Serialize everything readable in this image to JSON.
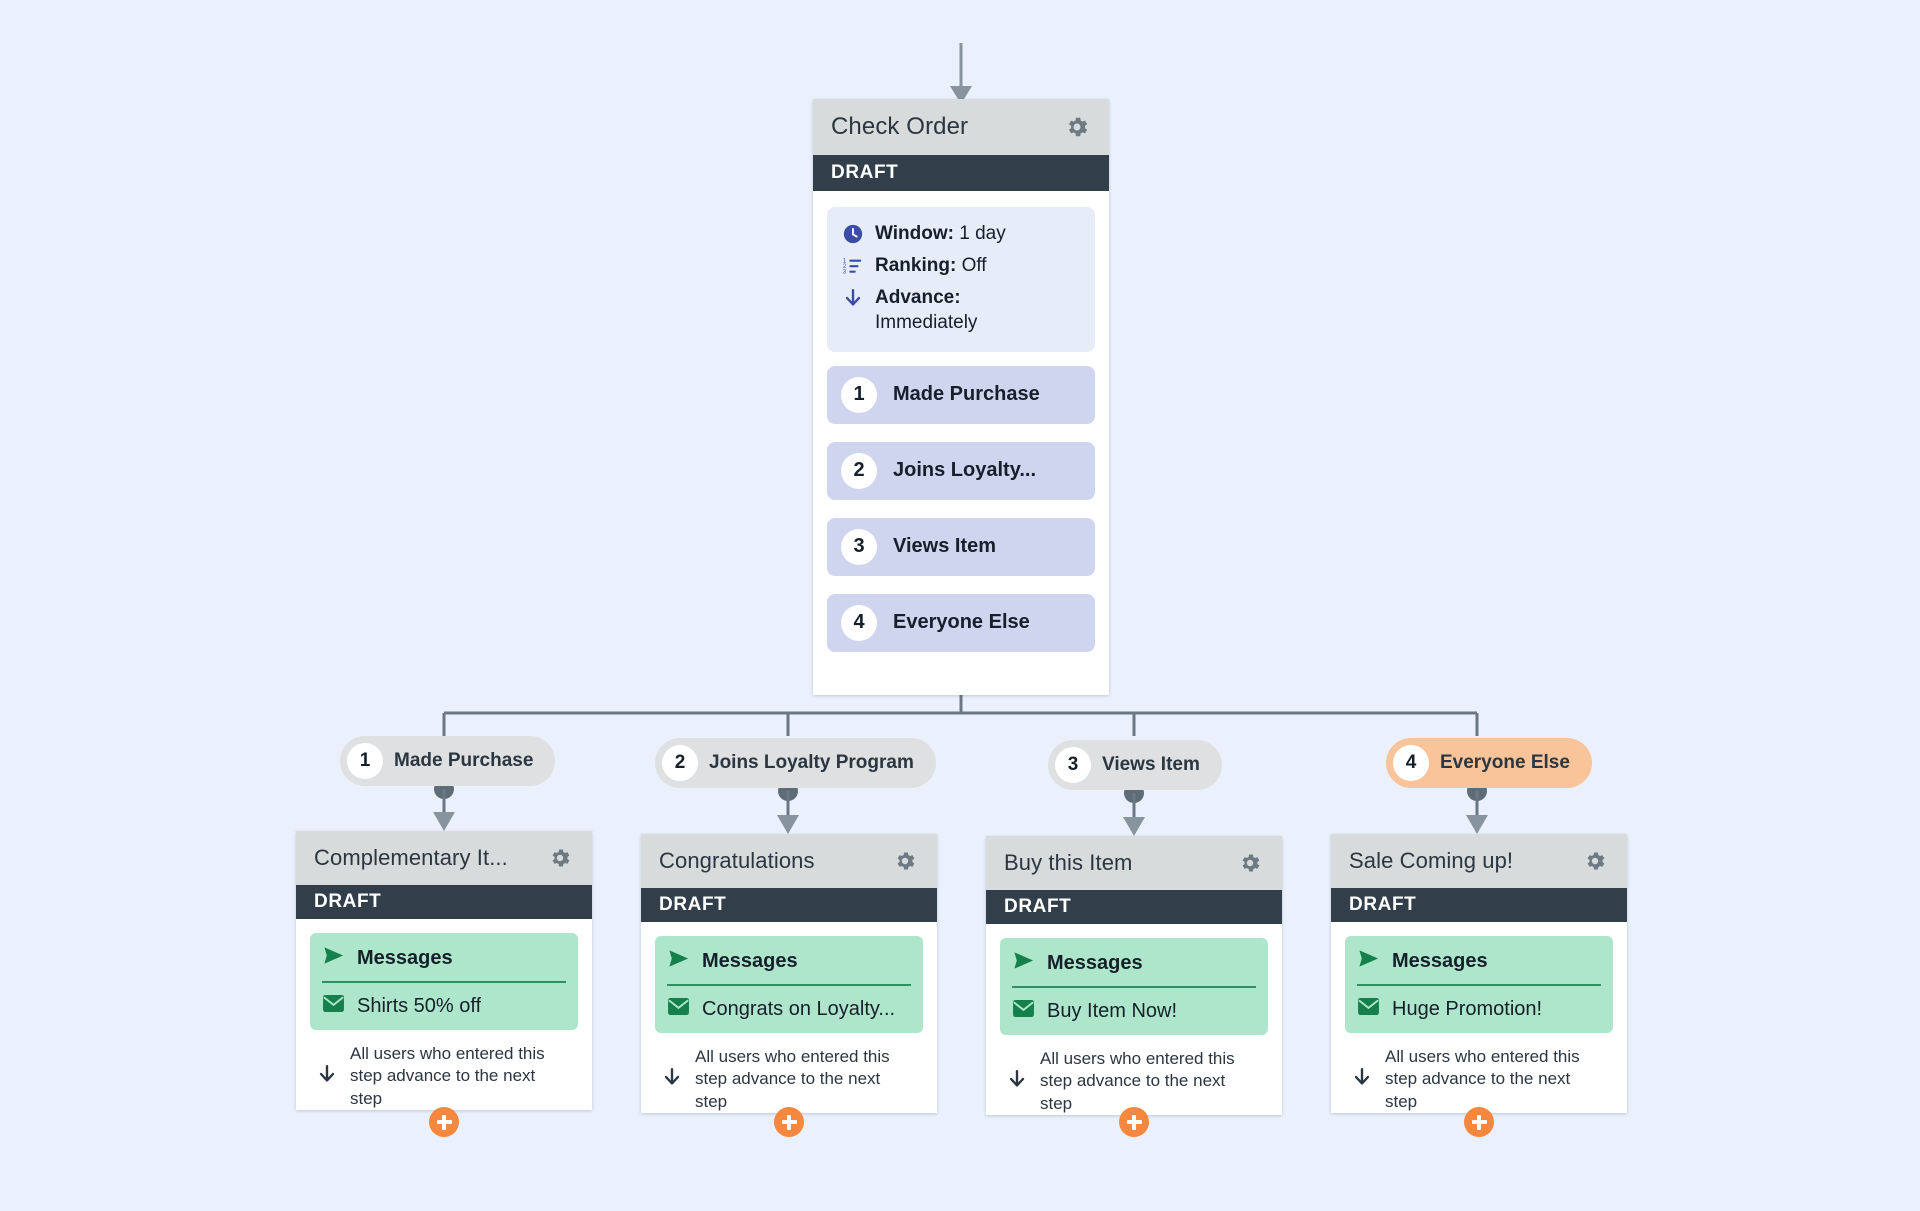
{
  "theme": {
    "canvas_bg": "#EAF1FD",
    "card_header_bg": "#D8DBDC",
    "status_bg": "#323F4B",
    "info_panel_bg": "#E7ECF9",
    "branch_item_bg": "#CFD5EE",
    "pill_bg": "#DEE0E1",
    "pill_highlight_bg": "#F9C49A",
    "message_panel_bg": "#AEE6CB",
    "message_accent": "#2E8F62",
    "plus_button_bg": "#F5873F",
    "connector_line": "#6B7883",
    "accent_indigo": "#3B4BA8"
  },
  "root_card": {
    "title": "Check Order",
    "status": "DRAFT",
    "gear_icon": "gear-icon",
    "info": [
      {
        "icon": "clock-icon",
        "label": "Window:",
        "value": "1 day"
      },
      {
        "icon": "ranking-icon",
        "label": "Ranking:",
        "value": "Off"
      },
      {
        "icon": "arrow-down-icon",
        "label": "Advance:",
        "value": "Immediately"
      }
    ],
    "branches": [
      {
        "num": "1",
        "label": "Made Purchase"
      },
      {
        "num": "2",
        "label": "Joins Loyalty..."
      },
      {
        "num": "3",
        "label": "Views Item"
      },
      {
        "num": "4",
        "label": "Everyone Else"
      }
    ]
  },
  "pills": [
    {
      "num": "1",
      "label": "Made Purchase",
      "highlight": false
    },
    {
      "num": "2",
      "label": "Joins Loyalty Program",
      "highlight": false
    },
    {
      "num": "3",
      "label": "Views Item",
      "highlight": false
    },
    {
      "num": "4",
      "label": "Everyone Else",
      "highlight": true
    }
  ],
  "leaf_cards": [
    {
      "title": "Complementary It...",
      "status": "DRAFT",
      "messages_label": "Messages",
      "message_item": "Shirts 50% off",
      "advance_text": "All users who entered this step advance to the next step",
      "send_icon": "send-icon",
      "mail_icon": "envelope-icon",
      "advance_icon": "arrow-down-icon",
      "gear_icon": "gear-icon",
      "plus_icon": "plus-icon"
    },
    {
      "title": "Congratulations",
      "status": "DRAFT",
      "messages_label": "Messages",
      "message_item": "Congrats on Loyalty...",
      "advance_text": "All users who entered this step advance to the next step",
      "send_icon": "send-icon",
      "mail_icon": "envelope-icon",
      "advance_icon": "arrow-down-icon",
      "gear_icon": "gear-icon",
      "plus_icon": "plus-icon"
    },
    {
      "title": "Buy this Item",
      "status": "DRAFT",
      "messages_label": "Messages",
      "message_item": "Buy Item Now!",
      "advance_text": "All users who entered this step advance to the next step",
      "send_icon": "send-icon",
      "mail_icon": "envelope-icon",
      "advance_icon": "arrow-down-icon",
      "gear_icon": "gear-icon",
      "plus_icon": "plus-icon"
    },
    {
      "title": "Sale Coming up!",
      "status": "DRAFT",
      "messages_label": "Messages",
      "message_item": "Huge Promotion!",
      "advance_text": "All users who entered this step advance to the next step",
      "send_icon": "send-icon",
      "mail_icon": "envelope-icon",
      "advance_icon": "arrow-down-icon",
      "gear_icon": "gear-icon",
      "plus_icon": "plus-icon"
    }
  ]
}
